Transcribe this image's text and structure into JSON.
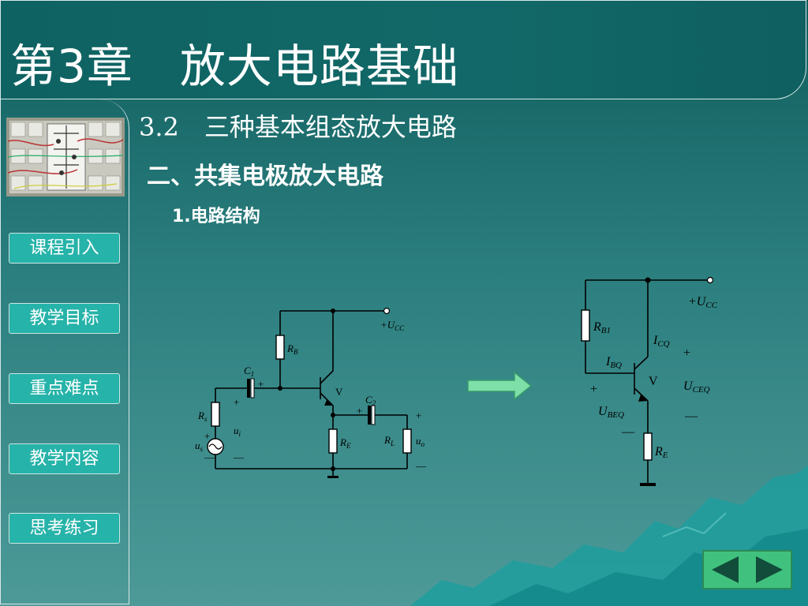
{
  "header": {
    "chapter_title": "第3章　放大电路基础"
  },
  "content": {
    "section_title": "3.2　三种基本组态放大电路",
    "subsection_title": "二、共集电极放大电路",
    "item_title": "1.电路结构"
  },
  "sidebar": {
    "nav": [
      {
        "label": "课程引入"
      },
      {
        "label": "教学目标"
      },
      {
        "label": "重点难点"
      },
      {
        "label": "教学内容"
      },
      {
        "label": "思考练习"
      }
    ]
  },
  "diagram_left": {
    "vcc": "+U",
    "vcc_sub": "CC",
    "rb": "R",
    "rb_sub": "B",
    "c1": "C",
    "c1_sub": "1",
    "c2": "C",
    "c2_sub": "2",
    "v": "V",
    "rs": "R",
    "rs_sub": "s",
    "us": "u",
    "us_sub": "s",
    "ui": "u",
    "ui_sub": "i",
    "re": "R",
    "re_sub": "E",
    "rl": "R",
    "rl_sub": "L",
    "uo": "u",
    "uo_sub": "o",
    "plus": "+",
    "minus": "—"
  },
  "diagram_right": {
    "vcc": "+U",
    "vcc_sub": "CC",
    "rb1": "R",
    "rb1_sub": "B1",
    "icq": "I",
    "icq_sub": "CQ",
    "ibq": "I",
    "ibq_sub": "BQ",
    "v": "V",
    "uceq": "U",
    "uceq_sub": "CEQ",
    "ubeq": "U",
    "ubeq_sub": "BEQ",
    "re": "R",
    "re_sub": "E",
    "plus": "+",
    "minus": "—"
  },
  "colors": {
    "background": "#2c7f7f",
    "nav_button": "#26b3a9",
    "nav_arrows": "#40c27e"
  }
}
